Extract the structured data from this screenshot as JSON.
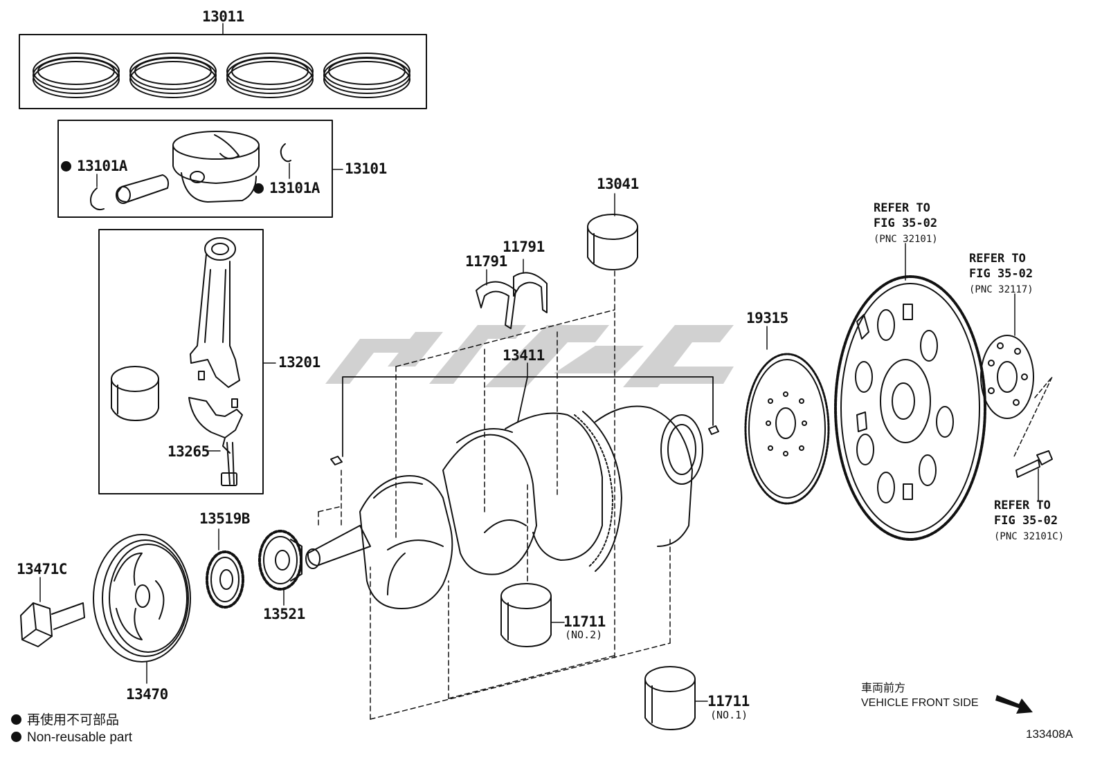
{
  "labels": {
    "piston_ring_set": "13011",
    "piston_pin_snap_ring_left": "13101A",
    "piston_pin_snap_ring_right": "13101A",
    "piston_sub_assembly": "13101",
    "connecting_rod_assembly": "13201",
    "connecting_rod_bolt": "13265",
    "crankshaft_bearing_thrust_washer_left": "11791",
    "crankshaft_bearing_thrust_washer_right": "11791",
    "connecting_rod_bearing": "13041",
    "crankshaft": "13411",
    "signal_plate": "19315",
    "crankshaft_timing_gear_upper": "13519B",
    "crankshaft_timing_gear_lower": "13521",
    "pulley_bolt": "13471C",
    "crankshaft_pulley": "13470",
    "main_bearing_no2": "11711",
    "main_bearing_no2_note": "(NO.2)",
    "main_bearing_no1": "11711",
    "main_bearing_no1_note": "(NO.1)"
  },
  "references": {
    "ref_1_title": "REFER TO",
    "ref_1_fig": "FIG 35-02",
    "ref_1_pnc": "(PNC 32101)",
    "ref_2_title": "REFER TO",
    "ref_2_fig": "FIG 35-02",
    "ref_2_pnc": "(PNC 32117)",
    "ref_3_title": "REFER TO",
    "ref_3_fig": "FIG 35-02",
    "ref_3_pnc": "(PNC 32101C)"
  },
  "legend": {
    "jp": "再使用不可部品",
    "en": "Non-reusable part"
  },
  "orientation": {
    "jp": "車両前方",
    "en": "VEHICLE FRONT SIDE"
  },
  "figure_id": "133408A"
}
